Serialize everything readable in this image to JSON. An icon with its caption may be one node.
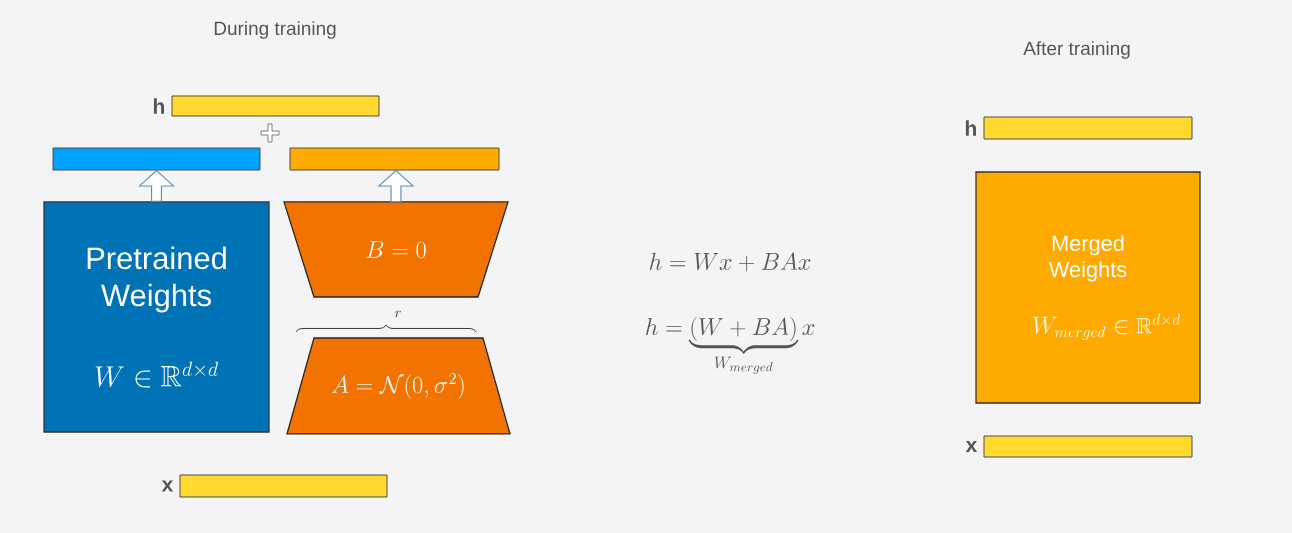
{
  "diagram": {
    "nodes": [
      {
        "text": [],
        "shape": "bar",
        "beside": [
          "h"
        ]
      },
      {
        "text": [],
        "shape": "bar"
      },
      {
        "text": [],
        "shape": "bar"
      },
      {
        "text": [
          "Pretrained Weights",
          "W \\in \\mathbb{R}^{d\\times d}"
        ]
      },
      {
        "text": [
          "B = 0"
        ]
      },
      {
        "text": [
          "A = \\mathcal{N}(0, \\sigma^2)"
        ]
      },
      {
        "text": [],
        "shape": "bar",
        "beside": [
          "x"
        ]
      },
      {
        "text": [],
        "shape": "bar",
        "beside": [
          "h"
        ]
      },
      {
        "text": [
          "Merged Weights",
          "W_{merged} \\in \\mathbb{R}^{d\\times d}"
        ]
      },
      {
        "text": [],
        "shape": "bar",
        "beside": [
          "x"
        ]
      }
    ],
    "edges": [
      {
        "from": 3,
        "to": 1,
        "arrow": "to"
      },
      {
        "from": 4,
        "to": 2,
        "arrow": "to"
      }
    ],
    "labels": [
      "During training",
      "After training",
      "r",
      "h = Wx + BAx",
      "h = \\underbrace{(W + BA)}_{W_{merged}}x"
    ]
  }
}
